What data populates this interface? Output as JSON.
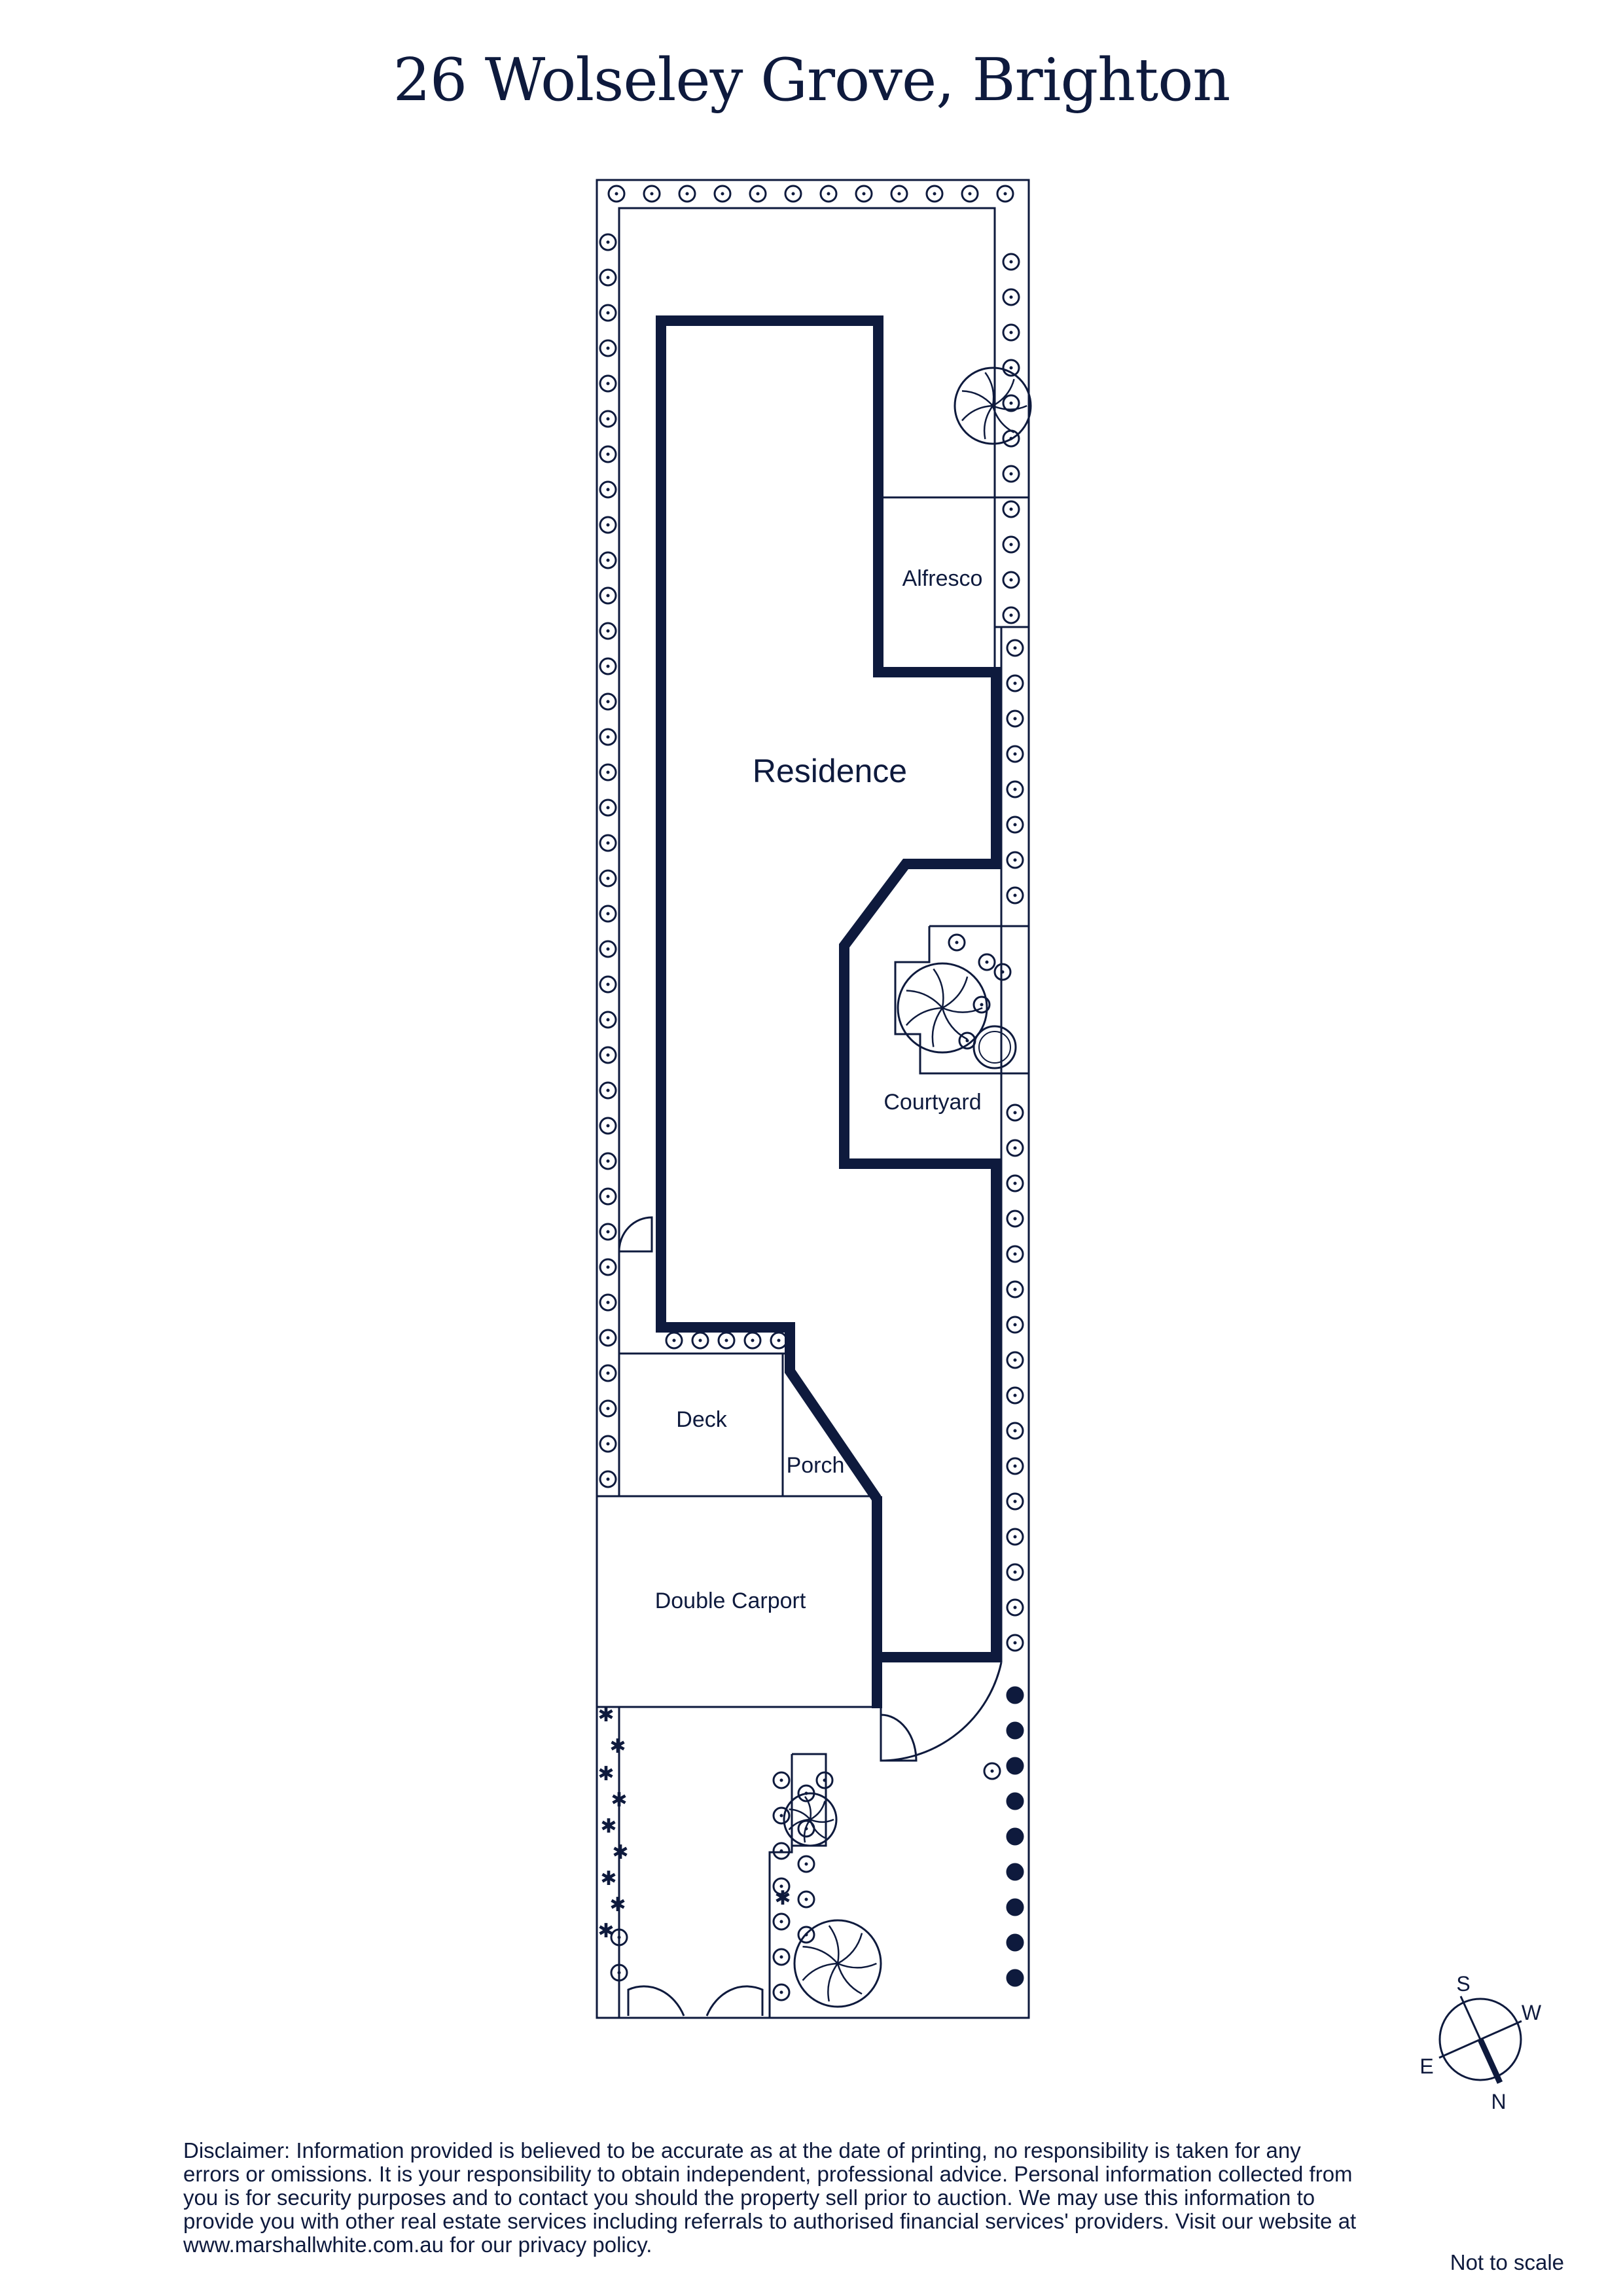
{
  "title": "26 Wolseley Grove, Brighton",
  "rooms": {
    "residence": "Residence",
    "alfresco": "Alfresco",
    "courtyard": "Courtyard",
    "deck": "Deck",
    "porch": "Porch",
    "carport": "Double Carport"
  },
  "compass": {
    "n": "N",
    "s": "S",
    "e": "E",
    "w": "W"
  },
  "disclaimer": "Disclaimer: Information provided is believed to be accurate as at the date of printing, no responsibility is taken for any errors or omissions. It is your responsibility to obtain independent, professional advice. Personal information collected from you is for security purposes and to contact you should the property sell prior to auction. We may use this information to provide you with other real estate services including referrals to authorised financial services' providers. Visit our website at www.marshallwhite.com.au for our privacy policy.",
  "scale_note": "Not to scale",
  "colors": {
    "ink": "#0e1a3d",
    "background": "#ffffff"
  },
  "icons": [
    "shrub-icon",
    "tree-icon",
    "star-plant-icon",
    "door-swing-icon",
    "compass-icon"
  ]
}
